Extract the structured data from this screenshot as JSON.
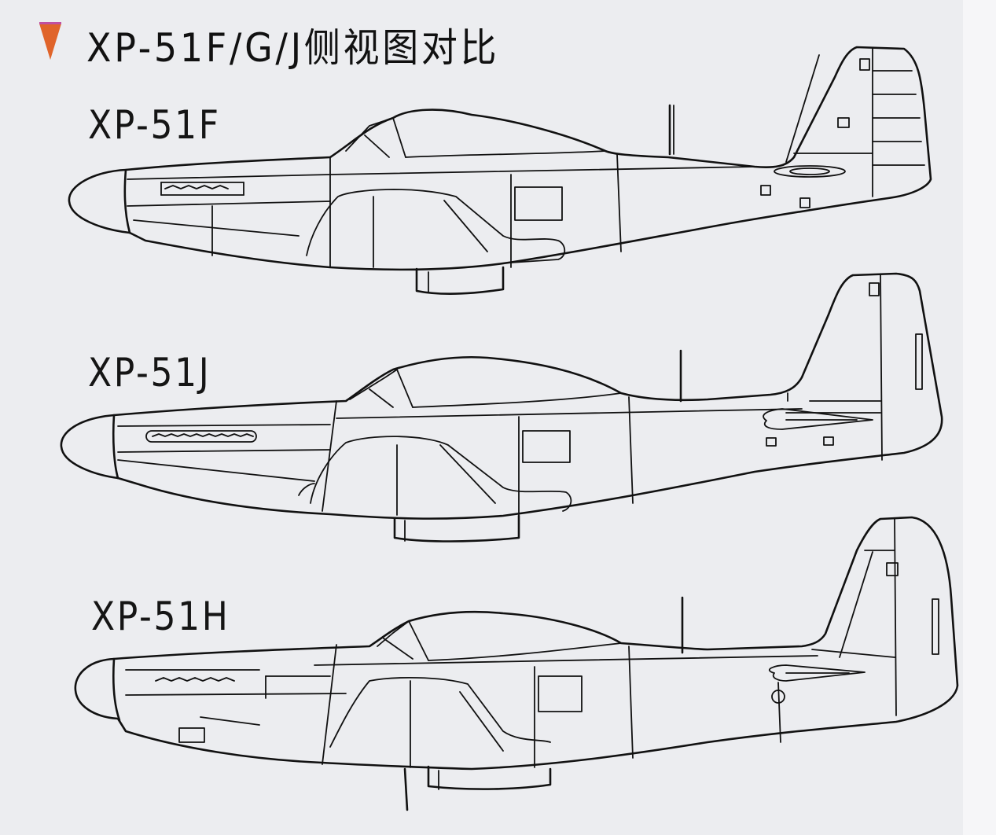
{
  "page": {
    "background_color": "#ecedf0",
    "accent_marker_color": "#e0642a"
  },
  "header": {
    "marker_icon": "triangle-down-icon",
    "title": "XP-51F/G/J侧视图对比"
  },
  "aircraft": [
    {
      "label": "XP-51F",
      "view": "side-view"
    },
    {
      "label": "XP-51J",
      "view": "side-view"
    },
    {
      "label": "XP-51H",
      "view": "side-view"
    }
  ]
}
